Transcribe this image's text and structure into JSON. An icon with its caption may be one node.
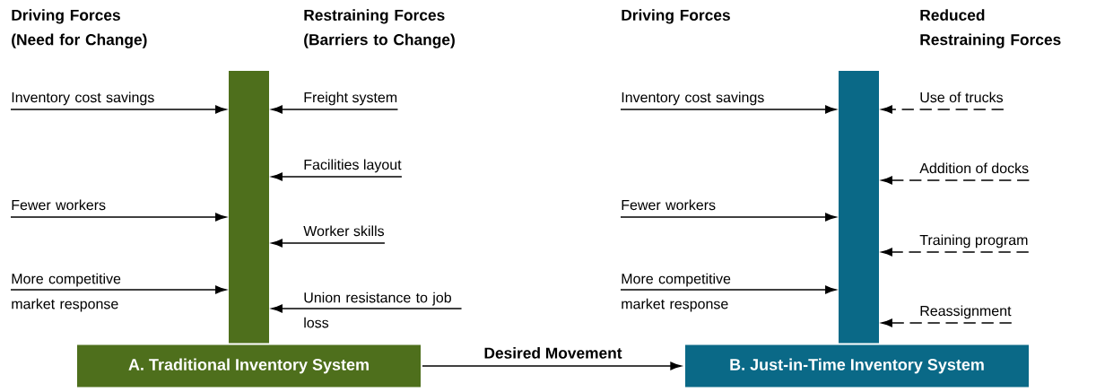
{
  "diagram": {
    "nodes": [
      {
        "text": [
          "Inventory cost savings"
        ]
      },
      {
        "text": [
          "Fewer workers"
        ]
      },
      {
        "text": [
          "More competitive market response"
        ]
      },
      {
        "text": [
          "Freight system"
        ]
      },
      {
        "text": [
          "Facilities layout"
        ]
      },
      {
        "text": [
          "Worker skills"
        ]
      },
      {
        "text": [
          "Union resistance to job loss"
        ]
      },
      {
        "text": [],
        "shape": "bar"
      },
      {
        "text": [
          "A. Traditional Inventory System"
        ]
      },
      {
        "text": [
          "Inventory cost savings"
        ]
      },
      {
        "text": [
          "Fewer workers"
        ]
      },
      {
        "text": [
          "More competitive market response"
        ]
      },
      {
        "text": [
          "Use of trucks"
        ]
      },
      {
        "text": [
          "Addition of docks"
        ]
      },
      {
        "text": [
          "Training program"
        ]
      },
      {
        "text": [
          "Reassignment"
        ]
      },
      {
        "text": [],
        "shape": "bar"
      },
      {
        "text": [
          "B. Just-in-Time Inventory System"
        ]
      }
    ],
    "edges": [
      {
        "from": 0,
        "to": 7,
        "arrow": "to"
      },
      {
        "from": 1,
        "to": 7,
        "arrow": "to"
      },
      {
        "from": 2,
        "to": 7,
        "arrow": "to"
      },
      {
        "from": 3,
        "to": 7,
        "arrow": "to"
      },
      {
        "from": 4,
        "to": 7,
        "arrow": "to"
      },
      {
        "from": 5,
        "to": 7,
        "arrow": "to"
      },
      {
        "from": 6,
        "to": 7,
        "arrow": "to"
      },
      {
        "from": 9,
        "to": 16,
        "arrow": "to"
      },
      {
        "from": 10,
        "to": 16,
        "arrow": "to"
      },
      {
        "from": 11,
        "to": 16,
        "arrow": "to"
      },
      {
        "from": 12,
        "to": 16,
        "arrow": "to",
        "style": "dashed"
      },
      {
        "from": 13,
        "to": 16,
        "arrow": "to",
        "style": "dashed"
      },
      {
        "from": 14,
        "to": 16,
        "arrow": "to",
        "style": "dashed"
      },
      {
        "from": 15,
        "to": 16,
        "arrow": "to",
        "style": "dashed"
      },
      {
        "from": 8,
        "to": 17,
        "arrow": "to",
        "label": "Desired Movement"
      }
    ],
    "labels": [
      "Driving Forces (Need for Change)",
      "Restraining Forces (Barriers to Change)",
      "Driving Forces",
      "Reduced Restraining Forces"
    ]
  }
}
